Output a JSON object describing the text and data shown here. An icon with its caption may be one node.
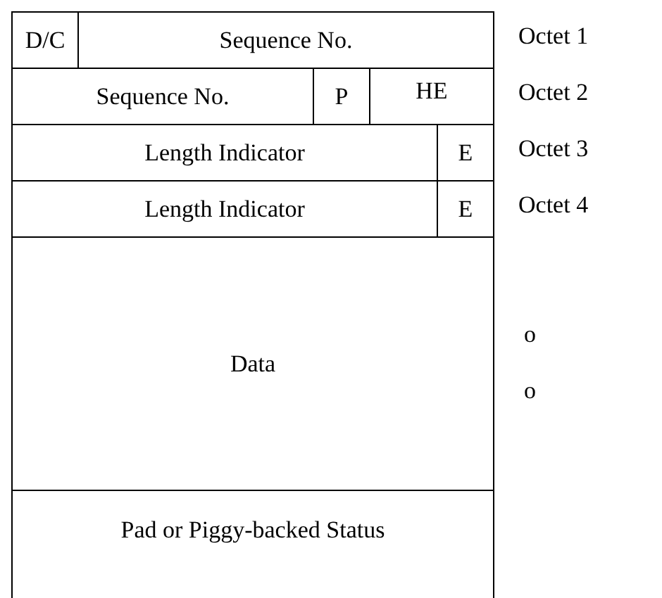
{
  "diagram": {
    "nodes": [
      {
        "text": [
          "D/C"
        ]
      },
      {
        "text": [
          "Sequence No."
        ]
      },
      {
        "text": [
          "Sequence No."
        ]
      },
      {
        "text": [
          "P"
        ]
      },
      {
        "text": [
          "HE"
        ]
      },
      {
        "text": [
          "Length Indicator"
        ]
      },
      {
        "text": [
          "E"
        ]
      },
      {
        "text": [
          "Length Indicator"
        ]
      },
      {
        "text": [
          "E"
        ]
      },
      {
        "text": [
          "Data"
        ]
      },
      {
        "text": [
          "Pad or Piggy-backed Status"
        ]
      }
    ],
    "edges": [],
    "labels": [
      "Octet 1",
      "Octet 2",
      "Octet 3",
      "Octet 4",
      "o",
      "o"
    ]
  }
}
